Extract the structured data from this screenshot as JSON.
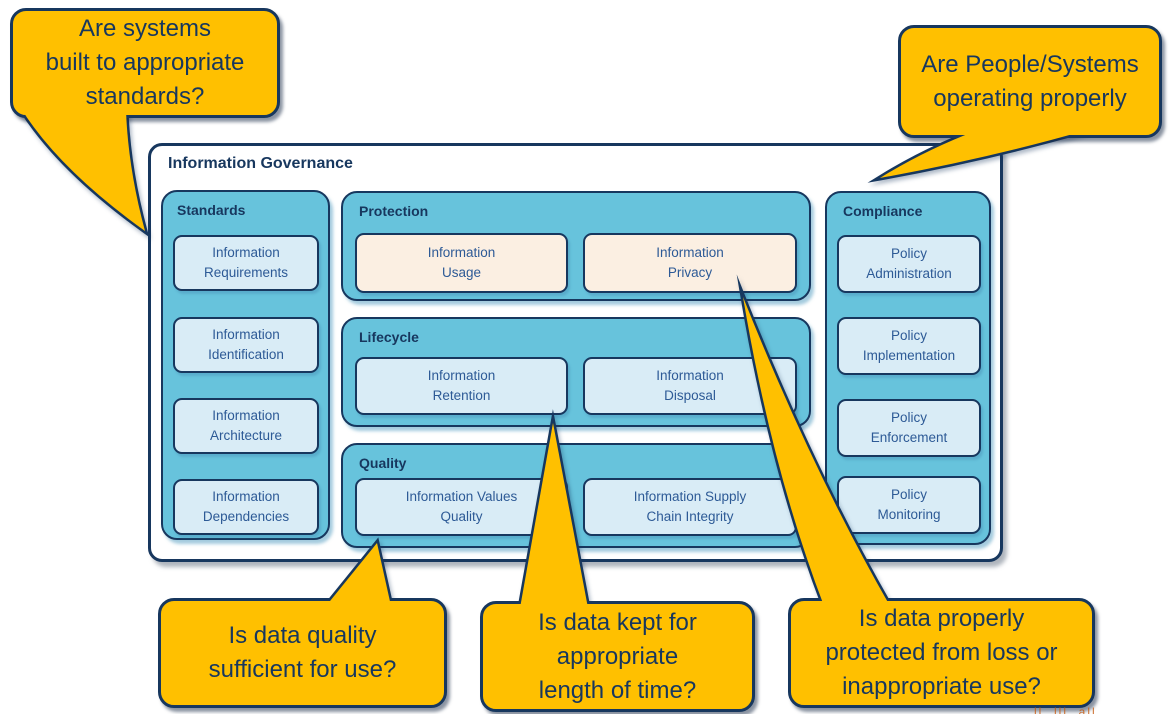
{
  "title": "Information Governance",
  "sections": {
    "standards": {
      "title": "Standards",
      "items": [
        "Information\nRequirements",
        "Information\nIdentification",
        "Information\nArchitecture",
        "Information\nDependencies"
      ]
    },
    "protection": {
      "title": "Protection",
      "items": [
        "Information\nUsage",
        "Information\nPrivacy"
      ]
    },
    "lifecycle": {
      "title": "Lifecycle",
      "items": [
        "Information\nRetention",
        "Information\nDisposal"
      ]
    },
    "quality": {
      "title": "Quality",
      "items": [
        "Information Values\nQuality",
        "Information Supply\nChain Integrity"
      ]
    },
    "compliance": {
      "title": "Compliance",
      "items": [
        "Policy\nAdministration",
        "Policy\nImplementation",
        "Policy\nEnforcement",
        "Policy\nMonitoring"
      ]
    }
  },
  "callouts": {
    "standards_question": "Are systems\nbuilt to appropriate\nstandards?",
    "operations_question": "Are People/Systems\noperating properly",
    "quality_question": "Is data quality\nsufficient for use?",
    "retention_question": "Is data kept for\nappropriate\nlength of time?",
    "protection_question": "Is data properly\nprotected from loss or\ninappropriate use?"
  },
  "watermark_fragment": "ll. lll. all",
  "colors": {
    "callout_fill": "#FFC000",
    "outline_navy": "#17375E",
    "section_fill": "#67C3DC",
    "item_fill_blue": "#D9ECF6",
    "item_fill_cream": "#FBEFE2",
    "item_text_blue": "#2D5A96"
  }
}
